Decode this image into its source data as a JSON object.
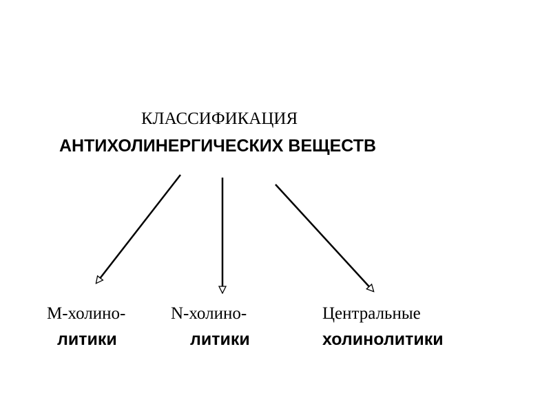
{
  "title": {
    "line1": "КЛАССИФИКАЦИЯ",
    "line2": "АНТИХОЛИНЕРГИЧЕСКИХ  ВЕЩЕСТВ"
  },
  "categories": [
    {
      "line1": "М-холино-",
      "line2": "литики"
    },
    {
      "line1": "N-холино-",
      "line2": "литики"
    },
    {
      "line1": "Центральные",
      "line2": "холинолитики"
    }
  ],
  "colors": {
    "background": "#ffffff",
    "ink": "#000000"
  }
}
